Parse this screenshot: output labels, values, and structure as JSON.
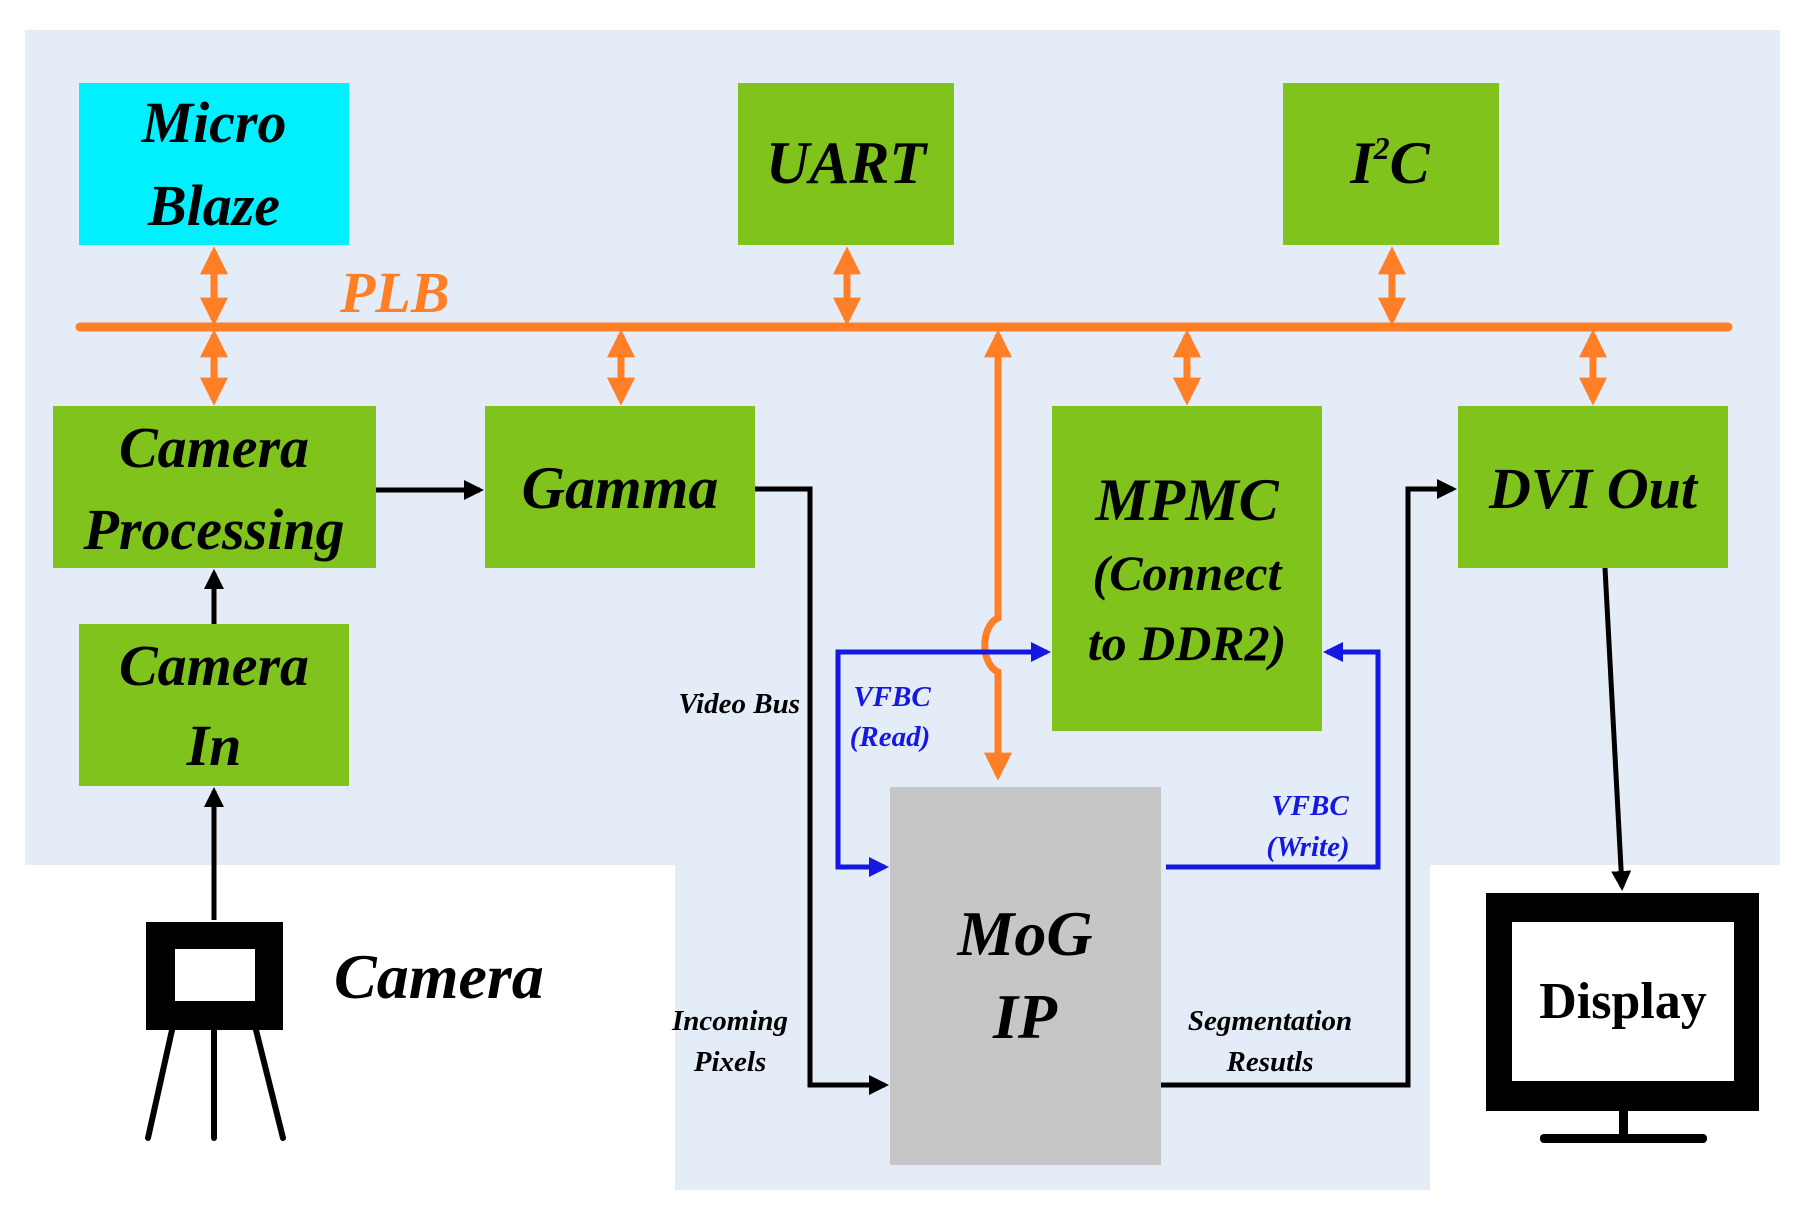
{
  "colors": {
    "background": "#ffffff",
    "panel": "#e3ecf7",
    "block_green": "#7fc31c",
    "block_cyan": "#00f0ff",
    "block_gray": "#c6c6c6",
    "bus_orange": "#ff7f27",
    "vfbc_blue": "#1418e0",
    "line_black": "#000000",
    "text_black": "#000000"
  },
  "blocks": {
    "microblaze": {
      "line1": "Micro",
      "line2": "Blaze"
    },
    "uart": {
      "label": "UART"
    },
    "i2c": {
      "base": "I",
      "sup": "2",
      "rest": "C"
    },
    "camera_processing": {
      "line1": "Camera",
      "line2": "Processing"
    },
    "gamma": {
      "label": "Gamma"
    },
    "mpmc": {
      "line1": "MPMC",
      "line2": "(Connect",
      "line3": "to DDR2)"
    },
    "dvi_out": {
      "label": "DVI Out"
    },
    "camera_in": {
      "line1": "Camera",
      "line2": "In"
    },
    "mog_ip": {
      "line1": "MoG",
      "line2": "IP"
    }
  },
  "bus": {
    "label": "PLB"
  },
  "labels": {
    "video_bus": "Video Bus",
    "vfbc_read": {
      "line1": "VFBC",
      "line2": "(Read)"
    },
    "vfbc_write": {
      "line1": "VFBC",
      "line2": "(Write)"
    },
    "incoming_pixels": {
      "line1": "Incoming",
      "line2": "Pixels"
    },
    "segmentation_results": {
      "line1": "Segmentation",
      "line2": "Resutls"
    }
  },
  "devices": {
    "camera": {
      "label": "Camera",
      "icon": "camera-tripod-icon"
    },
    "display": {
      "label": "Display",
      "icon": "monitor-icon"
    }
  }
}
